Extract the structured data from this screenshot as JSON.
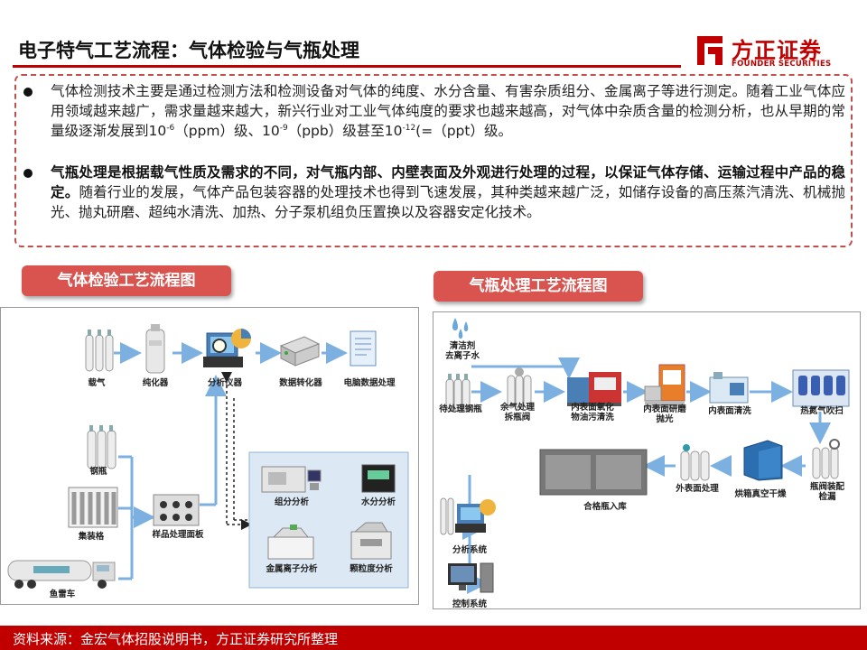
{
  "header": {
    "title": "电子特气工艺流程：气体检验与气瓶处理",
    "logo_cn": "方正证券",
    "logo_en": "FOUNDER SECURITIES",
    "accent_color": "#c00000"
  },
  "bullets": {
    "b1_part1": "气体检测技术主要是通过检测方法和检测设备对气体的纯度、水分含量、有害杂质组分、金属离子等进行测定。随着工业气体应用领域越来越广，需求量越来越大，新兴行业对工业气体纯度的要求也越来越高，对气体中杂质含量的检测分析，也从早期的常量级逐渐发展到10",
    "b1_sup1": "-6",
    "b1_part2": "（ppm）级、10",
    "b1_sup2": "-9",
    "b1_part3": "（ppb）级甚至10",
    "b1_sup3": "-12",
    "b1_part4": "(=（ppt）级。",
    "b2_bold": "气瓶处理是根据载气性质及需求的不同，对气瓶内部、内壁表面及外观进行处理的过程，以保证气体存储、运输过程中产品的稳定。",
    "b2_rest": "随着行业的发展，气体产品包装容器的处理技术也得到飞速发展，其种类越来越广泛，如储存设备的高压蒸汽清洗、机械抛光、抛丸研磨、超纯水清洗、加热、分子泵机组负压置换以及容器安定化技术。"
  },
  "left_diagram": {
    "heading": "气体检验工艺流程图",
    "labels": {
      "carrier_gas": "载气",
      "purifier": "纯化器",
      "analyzer": "分析仪器",
      "converter": "数据转化器",
      "pc": "电脑数据处理",
      "cylinder": "钢瓶",
      "bundle": "集装格",
      "tube_trailer": "鱼雷车",
      "sample_panel": "样品处理面板",
      "component": "组分分析",
      "moisture": "水分分析",
      "metal_ion": "金属离子分析",
      "particle": "颗粒度分析"
    }
  },
  "right_diagram": {
    "heading": "气瓶处理工艺流程图",
    "labels": {
      "cleaner": "清洁剂\n去离子水",
      "to_process": "待处理钢瓶",
      "residual": "余气处理\n拆瓶阀",
      "inner_oxide": "内表面氧化\n物油污清洗",
      "inner_polish": "内表面研磨\n抛光",
      "inner_clean": "内表面清洗",
      "hot_nitrogen": "热氮气吹扫",
      "valve_leak": "瓶阀装配\n检漏",
      "vacuum_dry": "烘箱真空干燥",
      "outer_treat": "外表面处理",
      "qualified": "合格瓶入库",
      "analysis_sys": "分析系统",
      "control_sys": "控制系统"
    }
  },
  "footer": {
    "source": "资料来源：金宏气体招股说明书，方正证券研究所整理"
  }
}
